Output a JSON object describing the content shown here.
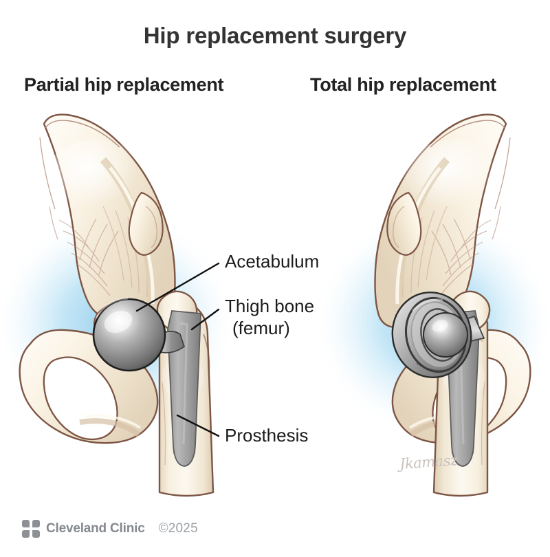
{
  "title": "Hip replacement surgery",
  "panels": [
    {
      "heading": "Partial hip replacement",
      "side": "left"
    },
    {
      "heading": "Total hip replacement",
      "side": "right"
    }
  ],
  "callouts": [
    {
      "name": "acetabulum",
      "text": "Acetabulum"
    },
    {
      "name": "thigh-bone-line1",
      "text": "Thigh bone"
    },
    {
      "name": "thigh-bone-line2",
      "text": "(femur)"
    },
    {
      "name": "prosthesis",
      "text": "Prosthesis"
    }
  ],
  "footer": {
    "brand": "Cleveland Clinic",
    "copyright": "©2025",
    "logo_icon": "cleveland-clinic-logo-icon"
  },
  "artist_signature": "Jkamasz",
  "colors": {
    "title_text": "#333333",
    "heading_text": "#222222",
    "callout_text": "#1b1b1b",
    "leader_line": "#111111",
    "bone_fill": "#f3ead9",
    "bone_highlight": "#fffdf7",
    "bone_outline": "#7d5544",
    "bone_sketch": "#b08878",
    "metal_light": "#f2f2f2",
    "metal_mid": "#a7a7a7",
    "metal_dark": "#6b6b6b",
    "metal_outline": "#2b2b2b",
    "glow_blue": "#9fd2ee",
    "background": "#ffffff",
    "footer_gray": "#85898e",
    "signature_gray": "#c9c2bd"
  },
  "illustration": {
    "type": "medical-anatomy-illustration",
    "subject": "hip joint with prosthetic implants, anterior view",
    "left_panel_parts": [
      "pelvis",
      "acetabulum",
      "metal femoral head ball",
      "femur",
      "prosthesis stem"
    ],
    "right_panel_parts": [
      "pelvis",
      "acetabular cup liner",
      "metal femoral head ball",
      "femoral neck",
      "femur",
      "prosthesis stem"
    ]
  }
}
